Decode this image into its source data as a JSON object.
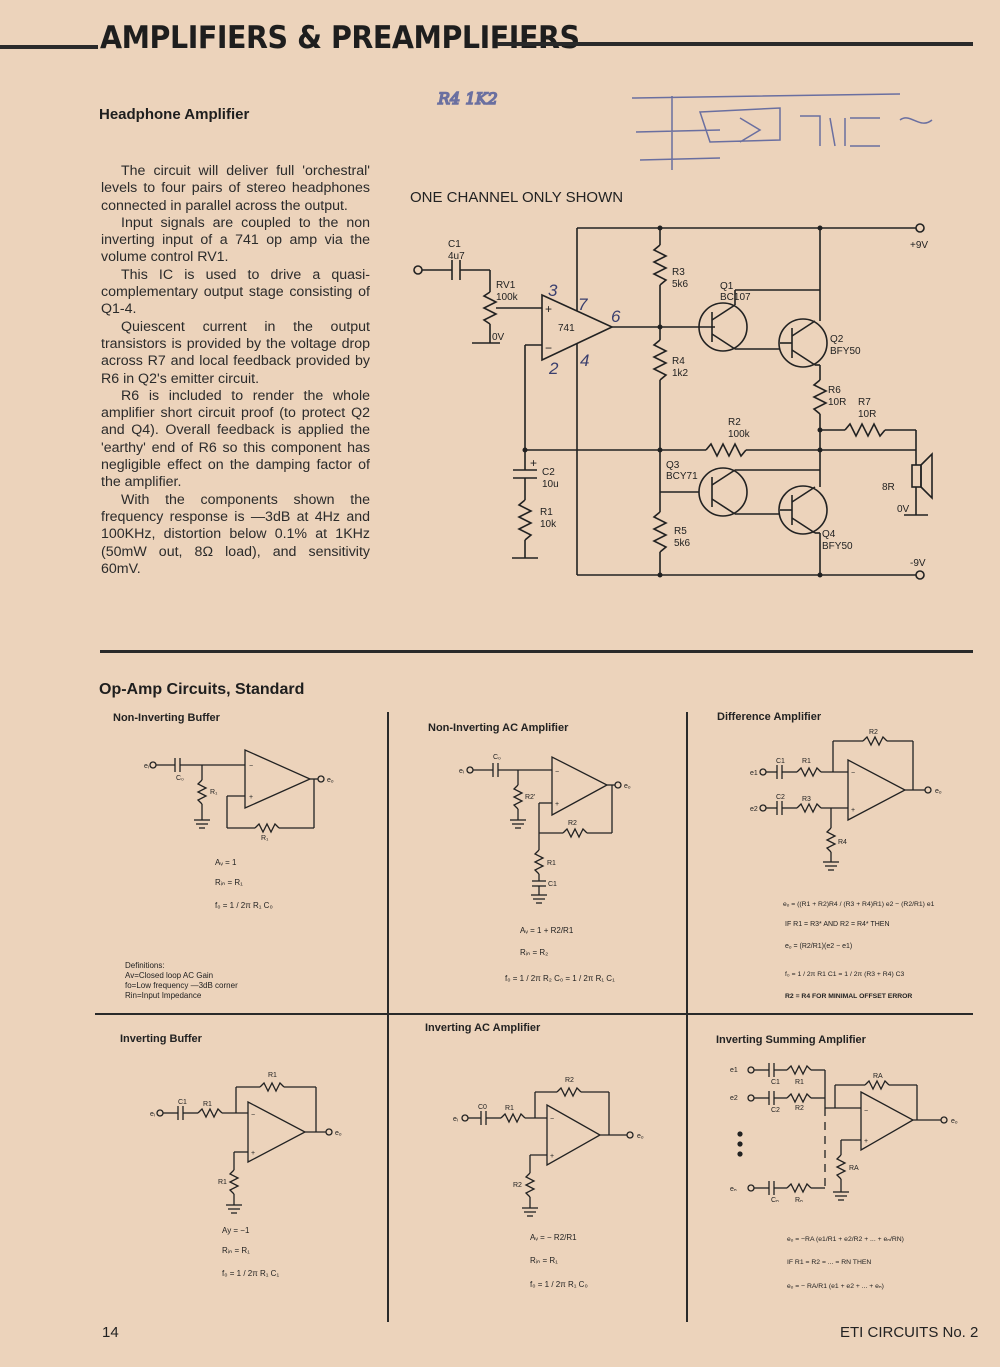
{
  "header": {
    "title": "AMPLIFIERS & PREAMPLIFIERS"
  },
  "headphone": {
    "title": "Headphone Amplifier",
    "paragraphs": [
      "The circuit will deliver full 'orchestral' levels to four pairs of stereo headphones connected in parallel across the output.",
      "Input signals are coupled to the non inverting input of a 741 op amp via the volume control RV1.",
      "This IC is used to drive a quasi-complementary output stage consisting of Q1-4.",
      "Quiescent current in the output transistors is provided by the voltage drop across R7 and local feedback provided by R6 in Q2's emitter circuit.",
      "R6 is included to render the whole amplifier short circuit proof (to protect Q2 and Q4). Overall feedback is applied the 'earthy' end of R6 so this component has negligible effect on the damping factor of the amplifier.",
      "With the components shown the frequency response is —3dB at 4Hz and 100KHz, distortion below 0.1% at 1KHz (50mW out, 8Ω load), and sensitivity 60mV."
    ],
    "caption": "ONE CHANNEL ONLY SHOWN",
    "handwritten_note": "R4 1K2",
    "handwritten_numbers": [
      "3",
      "7",
      "6",
      "2",
      "4"
    ],
    "components": {
      "c1": [
        "C1",
        "4u7"
      ],
      "rv1": [
        "RV1",
        "100k"
      ],
      "ov": "0V",
      "ic": "741",
      "r3": [
        "R3",
        "5k6"
      ],
      "q1": [
        "Q1",
        "BC107"
      ],
      "q2": [
        "Q2",
        "BFY50"
      ],
      "r4": [
        "R4",
        "1k2"
      ],
      "r6": [
        "R6",
        "10R"
      ],
      "r7": [
        "R7",
        "10R"
      ],
      "r2": [
        "R2",
        "100k"
      ],
      "c2": [
        "C2",
        "10u"
      ],
      "r1": [
        "R1",
        "10k"
      ],
      "q3": [
        "Q3",
        "BCY71"
      ],
      "r5": [
        "R5",
        "5k6"
      ],
      "q4": [
        "Q4",
        "BFY50"
      ],
      "spk": "8R",
      "ov2": "0V",
      "pos": "+9V",
      "neg": "-9V"
    }
  },
  "opamp": {
    "title": "Op-Amp Circuits, Standard",
    "panels": {
      "nib": {
        "title": "Non-Inverting Buffer",
        "labels": {
          "in": "eᵢ",
          "out": "eₒ",
          "cap": "C₀",
          "r1": "R₁",
          "r1b": "R₁"
        },
        "eqs": [
          "Aᵥ = 1",
          "Rᵢₙ = R₁",
          "f₀ = 1 / 2π R₁ C₀"
        ],
        "definitions": [
          "Definitions:",
          "Av=Closed loop AC Gain",
          "fo=Low frequency —3dB corner",
          "Rin=Input Impedance"
        ]
      },
      "niac": {
        "title": "Non-Inverting AC Amplifier",
        "labels": {
          "in": "eᵢ",
          "out": "eₒ",
          "cap": "C₀",
          "r2a": "R2'",
          "r2": "R2",
          "r1": "R1",
          "c1": "C1"
        },
        "eqs": [
          "Aᵥ = 1 + R2/R1",
          "Rᵢₙ = R₂",
          "f₀ = 1 / 2π R₂ C₀ = 1 / 2π R₁ C₁"
        ]
      },
      "diff": {
        "title": "Difference Amplifier",
        "labels": {
          "e1": "e1",
          "e2": "e2",
          "out": "eₒ",
          "c1": "C1",
          "r1": "R1",
          "c2": "C2",
          "r3": "R3",
          "r2": "R2",
          "r4": "R4"
        },
        "eqs": [
          "eₒ = ((R1 + R2)R4 / (R3 + R4)R1) e2 − (R2/R1) e1",
          "IF R1 = R3* AND R2 = R4* THEN",
          "eₒ = (R2/R1)(e2 − e1)",
          "f₀ = 1 / 2π R1 C1 = 1 / 2π (R3 + R4) C3",
          "R2 = R4 FOR MINIMAL OFFSET ERROR"
        ]
      },
      "ib": {
        "title": "Inverting Buffer",
        "labels": {
          "in": "eᵢ",
          "out": "eₒ",
          "c1": "C1",
          "r1": "R1",
          "r1b": "R1",
          "r1c": "R1"
        },
        "eqs": [
          "Ay = −1",
          "Rᵢₙ = R₁",
          "f₀ = 1 / 2π R₁ C₁"
        ]
      },
      "iac": {
        "title": "Inverting AC Amplifier",
        "labels": {
          "in": "eᵢ",
          "out": "eₒ",
          "c0": "C0",
          "r1": "R1",
          "r2": "R2",
          "r2b": "R2"
        },
        "eqs": [
          "Aᵥ = − R2/R1",
          "Rᵢₙ = R₁",
          "f₀ = 1 / 2π R₁ C₀"
        ]
      },
      "isum": {
        "title": "Inverting Summing Amplifier",
        "labels": {
          "e1": "e1",
          "e2": "e2",
          "en": "eₙ",
          "out": "eₒ",
          "c1": "C1",
          "r1": "R1",
          "c2": "C2",
          "r2": "R2",
          "cn": "Cₙ",
          "rn": "Rₙ",
          "ra": "RA",
          "ra2": "RA"
        },
        "eqs": [
          "eₒ = −RA (e1/R1 + e2/R2 + ... + eₙ/RN)",
          "IF R1 = R2 = ... = RN THEN",
          "eₒ = − RA/R1 (e1 + e2 + ... + eₙ)"
        ]
      }
    }
  },
  "footer": {
    "page": "14",
    "publication": "ETI CIRCUITS No. 2"
  }
}
